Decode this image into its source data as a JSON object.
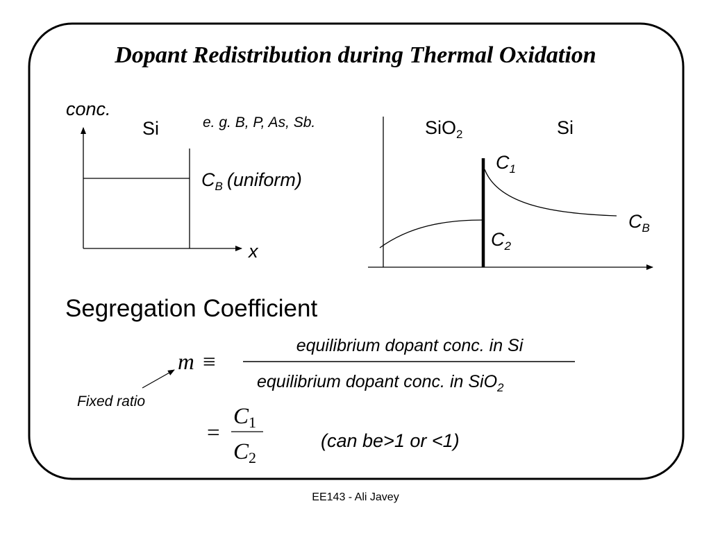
{
  "slide": {
    "title": "Dopant Redistribution during Thermal Oxidation",
    "footer": "EE143 - Ali Javey"
  },
  "left_plot": {
    "y_label": "conc.",
    "region_label": "Si",
    "example_note": "e. g. B, P, As, Sb.",
    "level_symbol": "C",
    "level_sub": "B",
    "level_note": "(uniform)",
    "x_label": "x"
  },
  "right_plot": {
    "oxide_label": "SiO",
    "oxide_sub": "2",
    "si_label": "Si",
    "c1_symbol": "C",
    "c1_sub": "1",
    "c2_symbol": "C",
    "c2_sub": "2",
    "cb_symbol": "C",
    "cb_sub": "B"
  },
  "equation": {
    "heading": "Segregation Coefficient",
    "m_symbol": "m",
    "equiv": "≡",
    "numerator": "equilibrium dopant conc. in Si",
    "denominator": "equilibrium dopant conc. in SiO",
    "denominator_sub": "2",
    "fixed_ratio": "Fixed ratio",
    "equals": "=",
    "frac_num_symbol": "C",
    "frac_num_sub": "1",
    "frac_den_symbol": "C",
    "frac_den_sub": "2",
    "note": "(can be>1 or <1)"
  }
}
